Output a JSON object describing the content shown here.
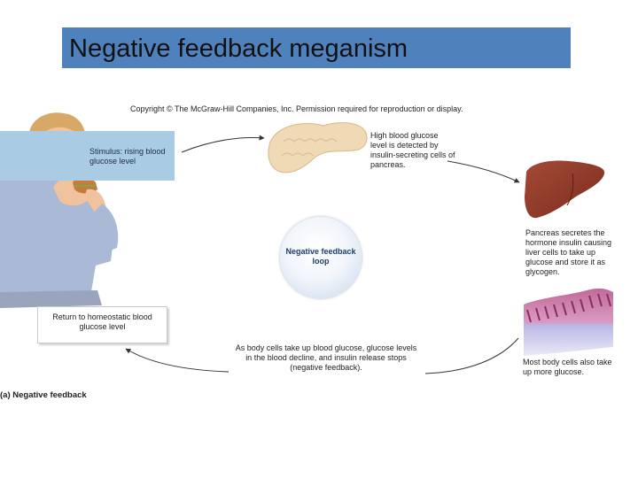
{
  "title": "Negative feedback meganism",
  "copyright": "Copyright © The McGraw-Hill Companies, Inc. Permission required for reproduction or display.",
  "stimulus": "Stimulus: rising blood glucose level",
  "pancreas_detect": "High blood glucose level is detected by insulin-secreting cells of pancreas.",
  "pancreas_secretes": "Pancreas secretes the hormone insulin causing liver cells to take up glucose and store it as glycogen.",
  "body_cells": "Most body cells also take up more glucose.",
  "decline": "As body cells take up blood glucose, glucose levels in the blood decline, and insulin release stops (negative feedback).",
  "return": "Return to homeostatic blood glucose level",
  "loop": "Negative feedback loop",
  "panel_label": "(a) Negative feedback",
  "colors": {
    "title_bar": "#4f81bd",
    "stimulus_box": "#a9cbe3"
  }
}
